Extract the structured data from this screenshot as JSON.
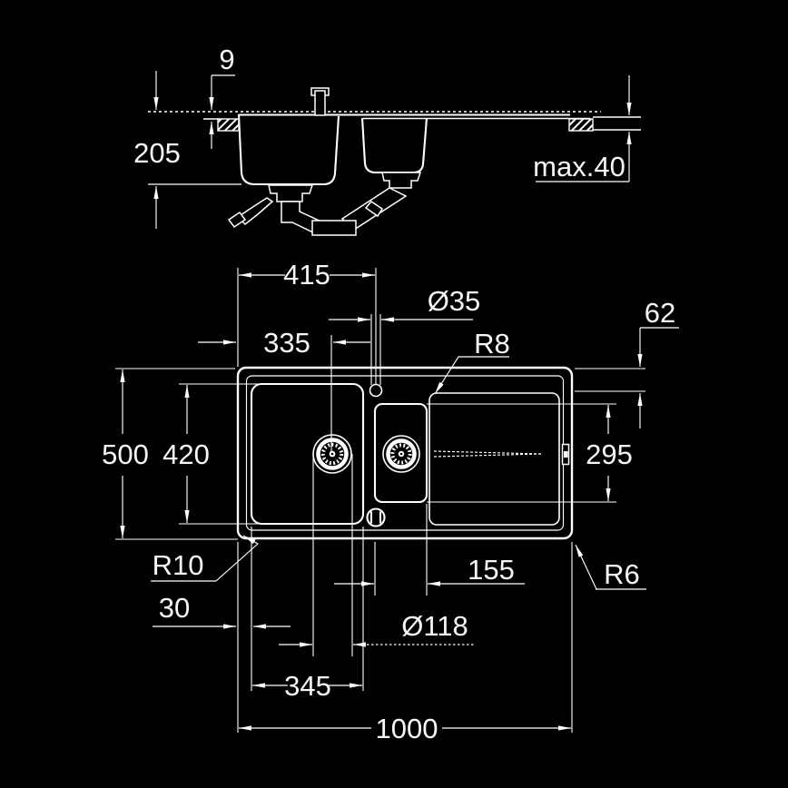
{
  "drawing": {
    "type": "technical installation drawing",
    "subject": "kitchen sink with bowl, half bowl and drainer - dimensioned views",
    "colors": {
      "background": "#000000",
      "line": "#ffffff"
    },
    "section_view": {
      "dimensions": {
        "rim_height": "9",
        "bowl_depth": "205",
        "max_worktop_thickness": "max.40"
      }
    },
    "plan_view": {
      "dimensions": {
        "tap_center_from_left": "415",
        "tap_hole_diameter": "Ø35",
        "edge_to_drainer": "62",
        "drain_center_from_left": "335",
        "drainer_corner_radius": "R8",
        "overall_depth": "500",
        "bowl_outer_depth": "420",
        "drainer_depth": "295",
        "bowl_corner_radius": "R10",
        "half_bowl_width": "155",
        "outer_corner_radius": "R6",
        "edge_margin": "30",
        "drain_diameter": "Ø118",
        "main_bowl_width": "345",
        "overall_width": "1000"
      }
    }
  }
}
